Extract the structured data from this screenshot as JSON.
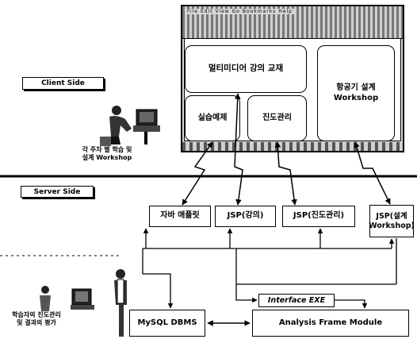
{
  "labels": {
    "client_side": "Client Side",
    "server_side": "Server Side"
  },
  "client": {
    "window_menu": "File Edit View Go Bookmarks Help",
    "multimedia": "멀티미디어 강의 교재",
    "practice": "실습예제",
    "progress": "진도관리",
    "workshop": "항공기 설계\nWorkshop",
    "student_caption": "각 주차 별 학습 및\n설계 Workshop"
  },
  "server": {
    "java_applet": "자바 애플릿",
    "jsp_lecture": "JSP(강의)",
    "jsp_progress": "JSP(진도관리)",
    "jsp_workshop": "JSP(설계\nWorkshop)",
    "interface_exe": "Interface EXE",
    "mysql": "MySQL DBMS",
    "analysis": "Analysis Frame Module",
    "admin_caption": "학습자의 진도관리\n및 결과의 평가"
  },
  "colors": {
    "line": "#000000",
    "screen": "#d8d8d8",
    "toolbar": "#8a8a8a"
  },
  "icons": [
    "person-at-computer-icon",
    "people-with-computer-icon"
  ]
}
